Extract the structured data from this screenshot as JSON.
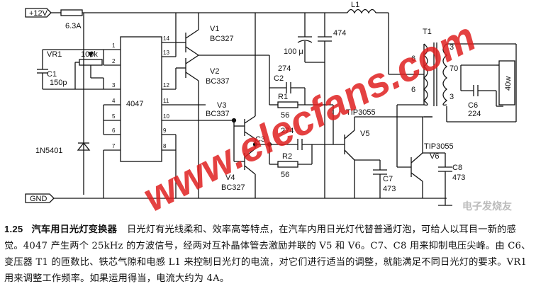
{
  "diagram": {
    "power_label": "+12V",
    "fuse_value": "6.3A",
    "ground_label": "GND",
    "ic": {
      "name": "4047",
      "pins": [
        "1",
        "2",
        "3",
        "4",
        "5",
        "6",
        "7",
        "8",
        "9",
        "10",
        "11",
        "12",
        "13",
        "14"
      ]
    },
    "components": {
      "vr1": "VR1",
      "vr1_value": "100k",
      "c1": "C1",
      "c1_value": "150p",
      "diode": "1N5401",
      "v1": "V1",
      "v1_type": "BC327",
      "v2": "V2",
      "v2_type": "BC337",
      "v3": "V3",
      "v3_type": "BC337",
      "v4": "V4",
      "v4_type": "BC327",
      "l1": "L1",
      "c_100u": "100 μ",
      "c_474": "474",
      "c2": "C2",
      "c2_value": "274",
      "r1": "R1",
      "r1_value": "56",
      "c3": "C3",
      "c3_value": "274",
      "r2": "R2",
      "r2_value": "56",
      "v5_type": "TIP3055",
      "v5": "V5",
      "v6_type": "TIP3055",
      "v6": "V6",
      "c7": "C7",
      "c7_value": "473",
      "c8": "C8",
      "c8_value": "473",
      "t1": "T1",
      "t1_turns_primary_a": "6",
      "t1_turns_primary_b": "6",
      "t1_turns_sec_a": "3",
      "t1_turns_sec_b": "70",
      "t1_turns_sec_c": "3",
      "c6": "C6",
      "c6_value": "224",
      "lamp": "40w"
    },
    "watermark": "www.elecfans.com",
    "corner_logo": "电子发烧友"
  },
  "caption": {
    "number": "1.25",
    "title": "汽车用日光灯变换器",
    "body": "日光灯有光线柔和、效率高等特点，在汽车内用日光灯代替普通灯泡，可给人以耳目一新的感觉。4047 产生两个 25kHz 的方波信号，经两对互补晶体管去激励并联的 V5 和 V6。C7、C8 用来抑制电压尖峰。由 C6、变压器 T1 的匝数比、铁芯气隙和电感 L1 来控制日光灯的电流，对它们进行适当的调整，就能满足不同日光灯的要求。VR1 用来调整工作频率。如果运用得当，电流大约为 4A。"
  }
}
